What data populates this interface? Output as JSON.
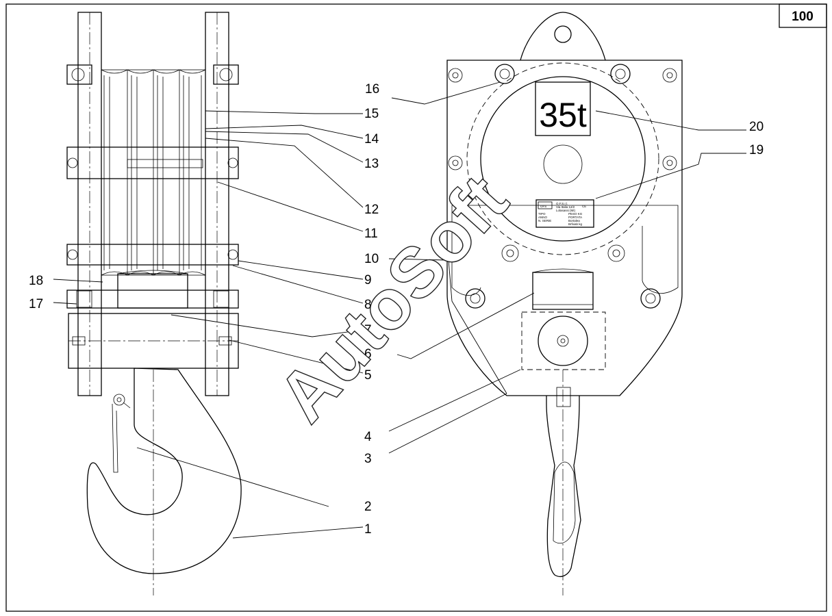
{
  "sheet": {
    "page_number": "100"
  },
  "capacity_label": "35t",
  "watermark": "AutoSoft",
  "nameplate": {
    "logo": "OFS",
    "mark": "CE",
    "lines": [
      "O.F.S.r.l.",
      "Via Italia 12/2",
      "Lolasassi (MI)",
      "TIPO",
      "ANNO",
      "N. SERIE",
      "PESO KG",
      "PORTATA",
      "Bortalea",
      "Brfxiab kg"
    ]
  },
  "callouts": [
    {
      "id": "c1",
      "label": "1"
    },
    {
      "id": "c2",
      "label": "2"
    },
    {
      "id": "c3",
      "label": "3"
    },
    {
      "id": "c4",
      "label": "4"
    },
    {
      "id": "c5",
      "label": "5"
    },
    {
      "id": "c6",
      "label": "6"
    },
    {
      "id": "c7",
      "label": "7"
    },
    {
      "id": "c8",
      "label": "8"
    },
    {
      "id": "c9",
      "label": "9"
    },
    {
      "id": "c10",
      "label": "10"
    },
    {
      "id": "c11",
      "label": "11"
    },
    {
      "id": "c12",
      "label": "12"
    },
    {
      "id": "c13",
      "label": "13"
    },
    {
      "id": "c14",
      "label": "14"
    },
    {
      "id": "c15",
      "label": "15"
    },
    {
      "id": "c16",
      "label": "16"
    },
    {
      "id": "c17",
      "label": "17"
    },
    {
      "id": "c18",
      "label": "18"
    },
    {
      "id": "c19",
      "label": "19"
    },
    {
      "id": "c20",
      "label": "20"
    }
  ]
}
